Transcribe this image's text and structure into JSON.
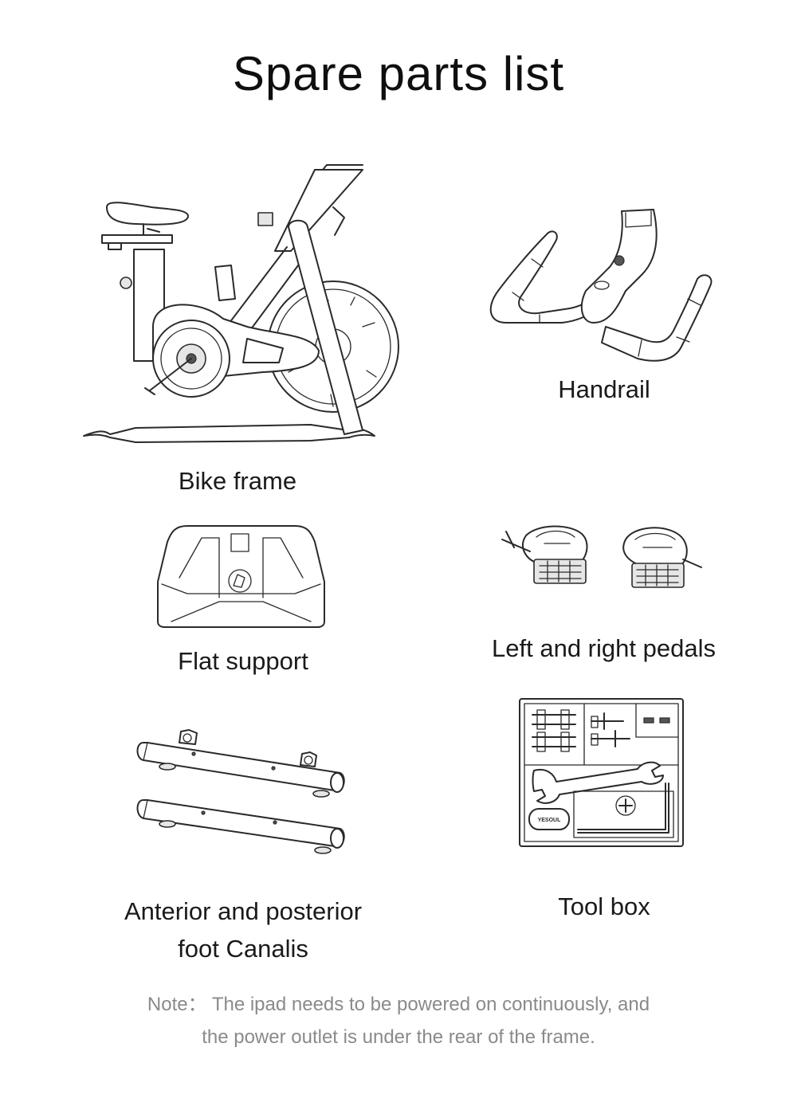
{
  "title": "Spare parts list",
  "parts": [
    {
      "label": "Bike frame",
      "icon": "bike-frame-icon"
    },
    {
      "label": "Handrail",
      "icon": "handrail-icon"
    },
    {
      "label": "Flat support",
      "icon": "flat-support-icon"
    },
    {
      "label": "Left and right pedals",
      "icon": "pedals-icon"
    },
    {
      "label_line1": "Anterior and posterior",
      "label_line2": "foot Canalis",
      "icon": "foot-canalis-icon"
    },
    {
      "label": "Tool box",
      "icon": "tool-box-icon",
      "brand_text": "YESOUL"
    }
  ],
  "note": {
    "line1": "Note： The ipad needs to be powered on continuously, and",
    "line2": "the power outlet is under the rear of the frame."
  },
  "colors": {
    "text": "#111111",
    "note": "#8a8a8a",
    "line": "#2a2a2a"
  }
}
